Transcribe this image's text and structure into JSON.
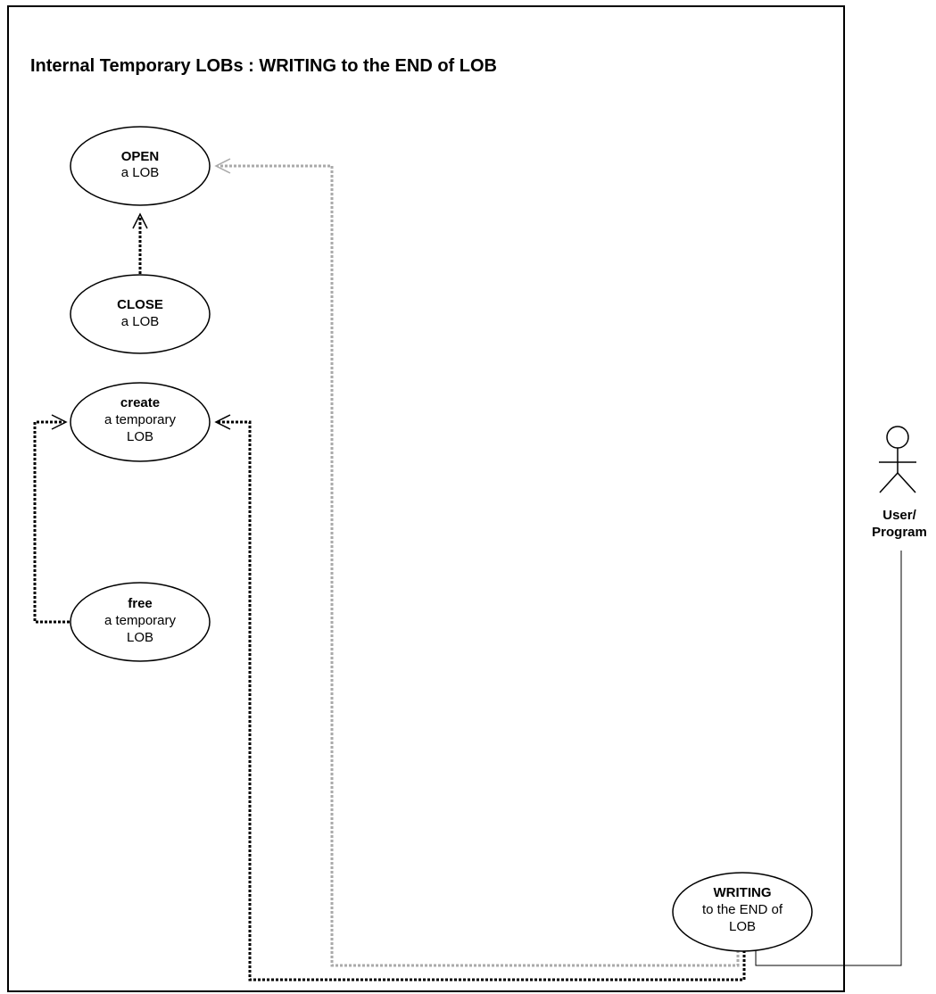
{
  "diagram": {
    "title": "Internal Temporary LOBs : WRITING to the END of LOB",
    "use_cases": {
      "open": {
        "bold": "OPEN",
        "line1": "a LOB"
      },
      "close": {
        "bold": "CLOSE",
        "line1": "a LOB"
      },
      "create": {
        "bold": "create",
        "line1": "a temporary",
        "line2": "LOB"
      },
      "free": {
        "bold": "free",
        "line1": "a temporary",
        "line2": "LOB"
      },
      "writing": {
        "bold": "WRITING",
        "line1": "to the END of",
        "line2": "LOB"
      }
    },
    "actor": {
      "line1": "User/",
      "line2": "Program"
    },
    "colors": {
      "dependency": "#000000",
      "optional_dependency": "#aaaaaa",
      "frame": "#000000"
    }
  }
}
